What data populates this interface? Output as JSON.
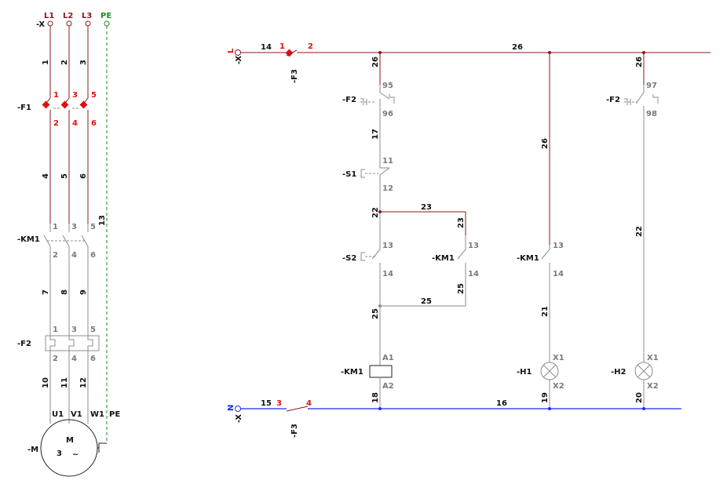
{
  "power": {
    "terminal_ref": "-X",
    "phases": [
      "L1",
      "L2",
      "L3"
    ],
    "pe": "PE",
    "wires_top": [
      "1",
      "2",
      "3"
    ],
    "fuse": {
      "ref": "-F1",
      "top": [
        "1",
        "3",
        "5"
      ],
      "bottom": [
        "2",
        "4",
        "6"
      ]
    },
    "wires_mid": [
      "4",
      "5",
      "6"
    ],
    "pe_wire": "13",
    "contactor": {
      "ref": "-KM1",
      "top": [
        "1",
        "3",
        "5"
      ],
      "bottom": [
        "2",
        "4",
        "6"
      ]
    },
    "wires_low": [
      "7",
      "8",
      "9"
    ],
    "overload": {
      "ref": "-F2",
      "top": [
        "1",
        "3",
        "5"
      ],
      "bottom": [
        "2",
        "4",
        "6"
      ]
    },
    "wires_motor": [
      "10",
      "11",
      "12"
    ],
    "motor": {
      "ref": "-M",
      "terminals": [
        "U1",
        "V1",
        "W1",
        "PE"
      ],
      "letter": "M",
      "phases": "3",
      "ac": "~"
    }
  },
  "control": {
    "terminal_top": {
      "ref": "-X",
      "pin": "L"
    },
    "terminal_bottom": {
      "ref": "-X",
      "pin": "N"
    },
    "fuse_top": {
      "ref": "-F3",
      "pin_in": "1",
      "pin_out": "2"
    },
    "fuse_bottom": {
      "ref": "-F3",
      "pin_in": "3",
      "pin_out": "4"
    },
    "wire_top_in": "14",
    "wire_bottom_in": "15",
    "rail_top": "26",
    "rail_bottom": "16",
    "drop1": "26",
    "drop2": "26",
    "drop3": "26",
    "f2_main": {
      "ref": "-F2",
      "top": "95",
      "bottom": "96"
    },
    "f2_aux": {
      "ref": "-F2",
      "top": "97",
      "bottom": "98"
    },
    "w17": "17",
    "s1": {
      "ref": "-S1",
      "top": "11",
      "bottom": "12"
    },
    "w22": "22",
    "w23a": "23",
    "w23b": "23",
    "s2": {
      "ref": "-S2",
      "top": "13",
      "bottom": "14"
    },
    "km1_hold": {
      "ref": "-KM1",
      "top": "13",
      "bottom": "14"
    },
    "km1_lamp": {
      "ref": "-KM1",
      "top": "13",
      "bottom": "14"
    },
    "w25a": "25",
    "w25b": "25",
    "w25c": "25",
    "w21": "21",
    "w22b": "22",
    "coil": {
      "ref": "-KM1",
      "top": "A1",
      "bottom": "A2"
    },
    "h1": {
      "ref": "-H1",
      "top": "X1",
      "bottom": "X2"
    },
    "h2": {
      "ref": "-H2",
      "top": "X1",
      "bottom": "X2"
    },
    "w18": "18",
    "w19": "19",
    "w20": "20"
  },
  "colors": {
    "phase_wire": "#8b1a1a",
    "neutral_wire": "#1a2ee6",
    "pe_wire": "#1f8a1f",
    "device_pin": "#7a7a7a",
    "fuse_mark": "#e01010"
  }
}
